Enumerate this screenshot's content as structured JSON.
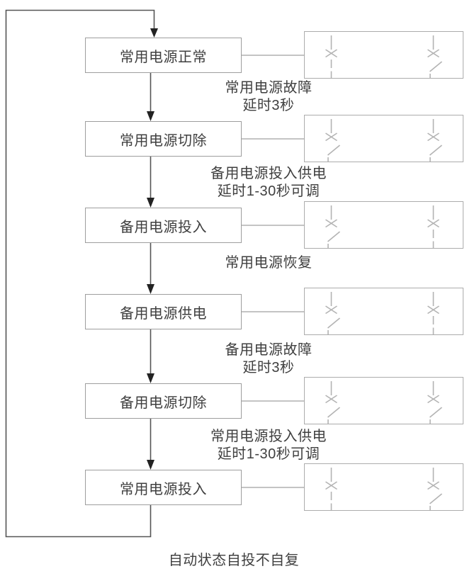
{
  "flow": {
    "caption": "自动状态自投不自复",
    "states": [
      {
        "label": "常用电源正常",
        "switches": [
          "closed",
          "open"
        ]
      },
      {
        "label": "常用电源切除",
        "switches": [
          "open",
          "open"
        ]
      },
      {
        "label": "备用电源投入",
        "switches": [
          "open",
          "closed"
        ]
      },
      {
        "label": "备用电源供电",
        "switches": [
          "open",
          "closed"
        ]
      },
      {
        "label": "备用电源切除",
        "switches": [
          "open",
          "open"
        ]
      },
      {
        "label": "常用电源投入",
        "switches": [
          "closed",
          "open"
        ]
      }
    ],
    "transitions": [
      {
        "line1": "常用电源故障",
        "line2": "延时3秒"
      },
      {
        "line1": "备用电源投入供电",
        "line2": "延时1-30秒可调"
      },
      {
        "line1": "常用电源恢复",
        "line2": ""
      },
      {
        "line1": "备用电源故障",
        "line2": "延时3秒"
      },
      {
        "line1": "常用电源投入供电",
        "line2": "延时1-30秒可调"
      }
    ],
    "colors": {
      "flow_line": "#555555",
      "arrowhead": "#222222",
      "state_box_border": "#9e9e9e",
      "status_box_border": "#acacac",
      "switch_symbol": "#b3b3b3",
      "text": "#3f3f3f"
    }
  }
}
